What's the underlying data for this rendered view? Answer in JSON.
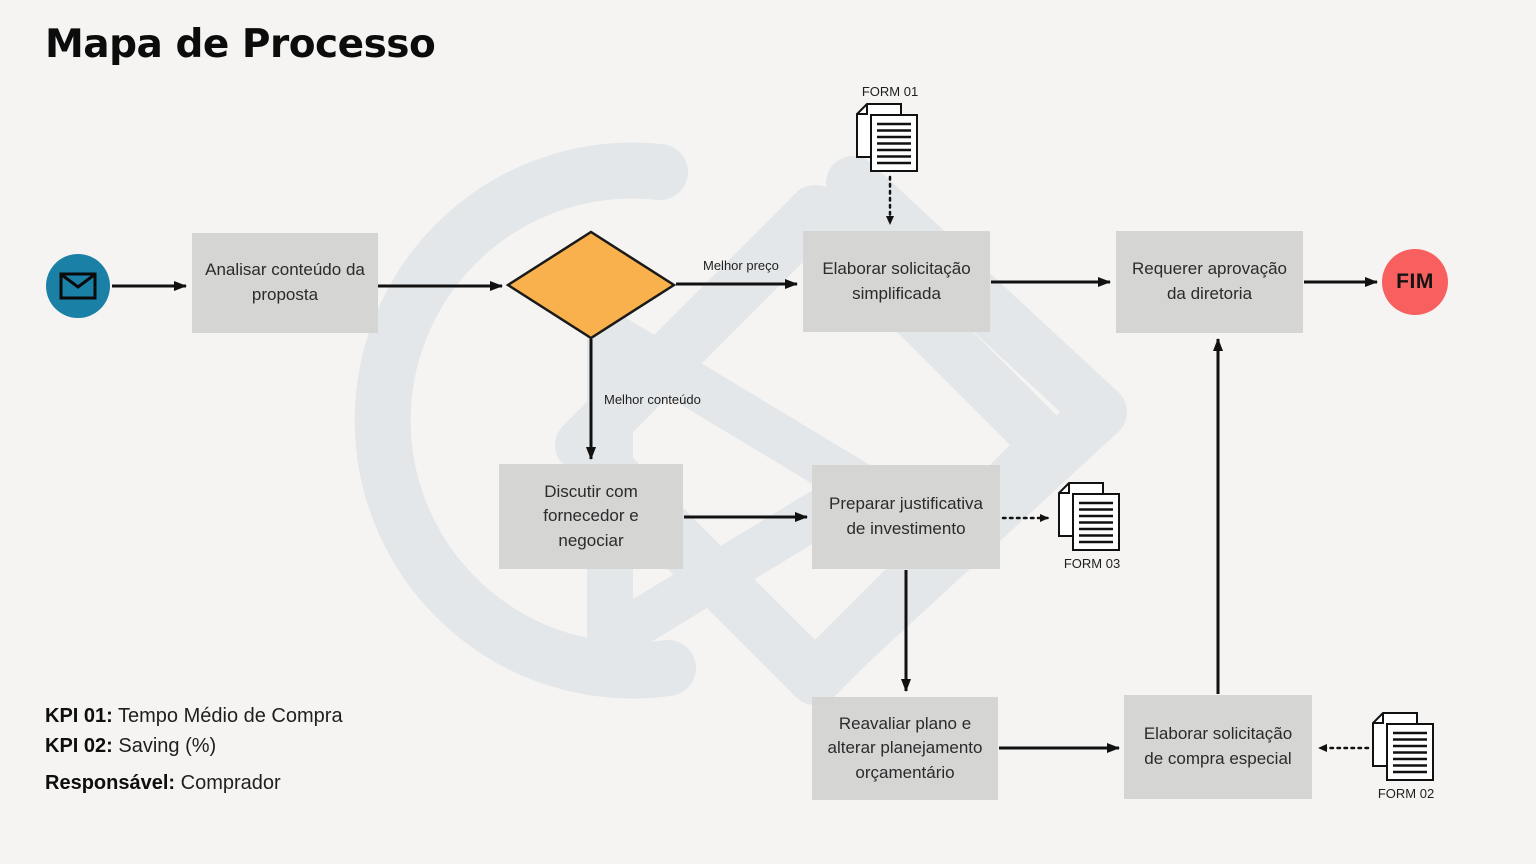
{
  "title": "Mapa de Processo",
  "colors": {
    "background": "#F5F4F2",
    "watermark": "#E3E7E9",
    "process_box_fill": "#D5D5D4",
    "decision_fill": "#F9B14E",
    "start_event_fill": "#1A80A6",
    "end_event_fill": "#F8605F",
    "connector": "#111111"
  },
  "nodes": {
    "start": {
      "type": "start-event",
      "icon": "envelope-icon"
    },
    "analisar": {
      "label": "Analisar conteúdo da proposta"
    },
    "decision": {
      "type": "decision-diamond"
    },
    "elaborar_simplificada": {
      "label": "Elaborar solicitação simplificada"
    },
    "requerer_aprovacao": {
      "label": "Requerer aprovação da diretoria"
    },
    "fim": {
      "label": "FIM"
    },
    "discutir": {
      "label": "Discutir com fornecedor e negociar"
    },
    "preparar": {
      "label": "Preparar justificativa de investimento"
    },
    "reavaliar": {
      "label": "Reavaliar plano e alterar planejamento orçamentário"
    },
    "compra_especial": {
      "label": "Elaborar solicitação de compra especial"
    }
  },
  "edges": {
    "melhor_preco": "Melhor preço",
    "melhor_conteudo": "Melhor conteúdo"
  },
  "forms": {
    "form01": "FORM 01",
    "form02": "FORM 02",
    "form03": "FORM 03"
  },
  "footer": {
    "kpis": [
      {
        "label": "KPI 01:",
        "value": "Tempo Médio de Compra"
      },
      {
        "label": "KPI 02:",
        "value": "Saving (%)"
      }
    ],
    "responsible": {
      "label": "Responsável:",
      "value": "Comprador"
    }
  }
}
